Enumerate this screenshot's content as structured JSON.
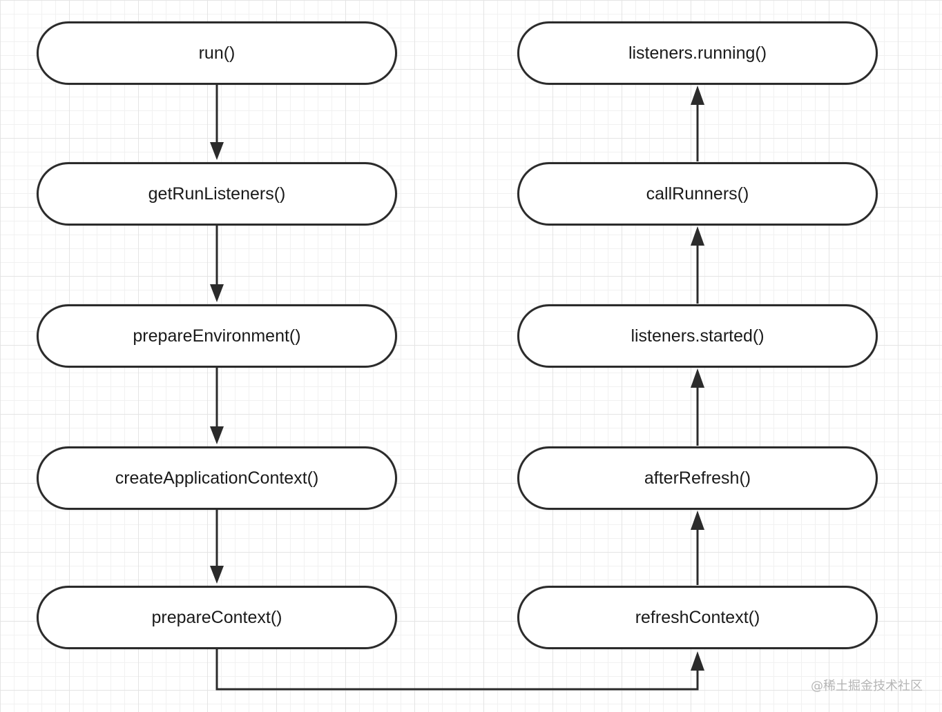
{
  "diagram": {
    "left_column": [
      {
        "id": "run",
        "label": "run()"
      },
      {
        "id": "getRunListeners",
        "label": "getRunListeners()"
      },
      {
        "id": "prepareEnvironment",
        "label": "prepareEnvironment()"
      },
      {
        "id": "createApplicationContext",
        "label": "createApplicationContext()"
      },
      {
        "id": "prepareContext",
        "label": "prepareContext()"
      }
    ],
    "right_column": [
      {
        "id": "listenersRunning",
        "label": "listeners.running()"
      },
      {
        "id": "callRunners",
        "label": "callRunners()"
      },
      {
        "id": "listenersStarted",
        "label": "listeners.started()"
      },
      {
        "id": "afterRefresh",
        "label": "afterRefresh()"
      },
      {
        "id": "refreshContext",
        "label": "refreshContext()"
      }
    ],
    "edges": [
      {
        "from": "run",
        "to": "getRunListeners"
      },
      {
        "from": "getRunListeners",
        "to": "prepareEnvironment"
      },
      {
        "from": "prepareEnvironment",
        "to": "createApplicationContext"
      },
      {
        "from": "createApplicationContext",
        "to": "prepareContext"
      },
      {
        "from": "prepareContext",
        "to": "refreshContext"
      },
      {
        "from": "refreshContext",
        "to": "afterRefresh"
      },
      {
        "from": "afterRefresh",
        "to": "listenersStarted"
      },
      {
        "from": "listenersStarted",
        "to": "callRunners"
      },
      {
        "from": "callRunners",
        "to": "listenersRunning"
      }
    ],
    "colors": {
      "stroke": "#2b2b2b",
      "node_fill": "#ffffff",
      "text": "#1a1a1a",
      "grid": "#e4e4e4"
    }
  },
  "watermark": "@稀土掘金技术社区"
}
